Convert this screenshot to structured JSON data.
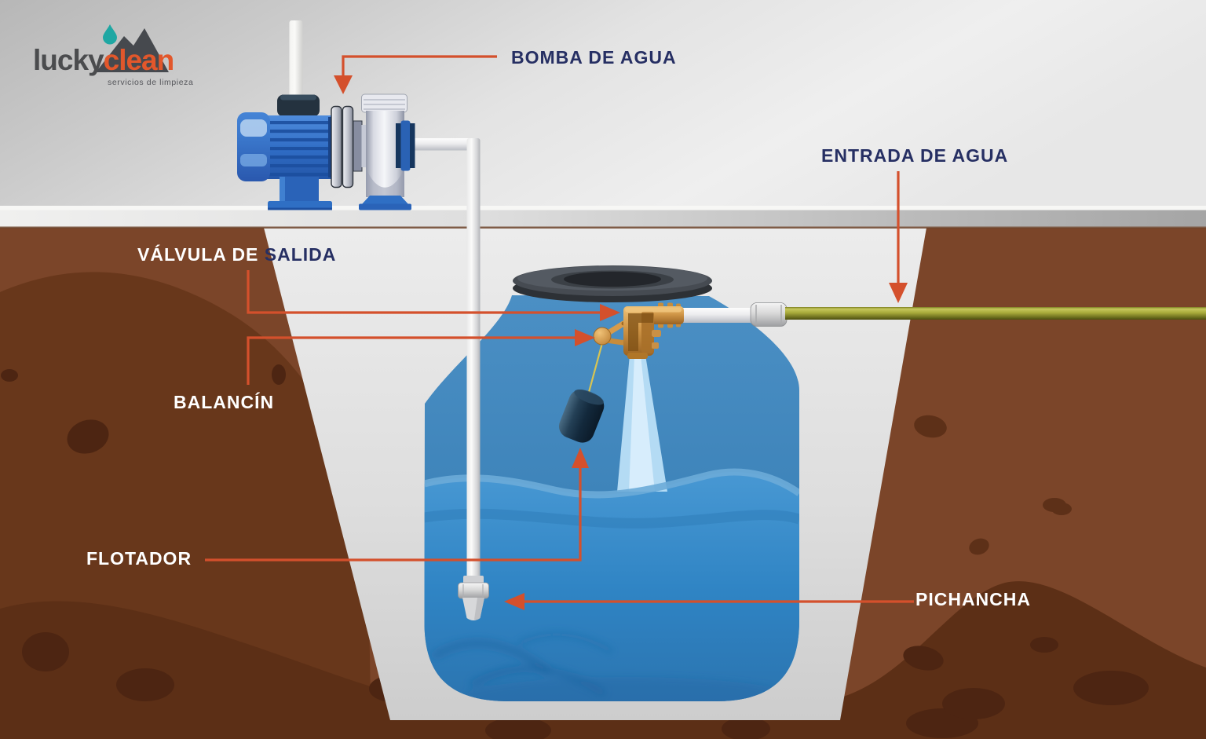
{
  "logo": {
    "brand_bold": "lucky",
    "brand_accent": "clean",
    "tagline": "servicios de limpieza"
  },
  "callouts": {
    "bomba": {
      "label": "BOMBA DE AGUA"
    },
    "entrada": {
      "label": "ENTRADA DE AGUA"
    },
    "valvula": {
      "label_part1": "VÁLVULA DE ",
      "label_part2": "SALIDA"
    },
    "balancin": {
      "label": "BALANCÍN"
    },
    "flotador": {
      "label": "FLOTADOR"
    },
    "pichancha": {
      "label": "PICHANCHA"
    }
  },
  "colors": {
    "arrow_orange": "#d4502c",
    "label_navy": "#262f63",
    "label_white": "#ffffff",
    "brand_orange": "#e2572b",
    "brand_gray": "#4b4c4e",
    "drop_teal": "#1fa7a3",
    "tank_blue": "#3e84ba",
    "water_blue": "#2f84c4",
    "dirt_brown": "#7b4529",
    "brass": "#cf9445",
    "inlet_pipe_olive": "#a9ab3b"
  }
}
